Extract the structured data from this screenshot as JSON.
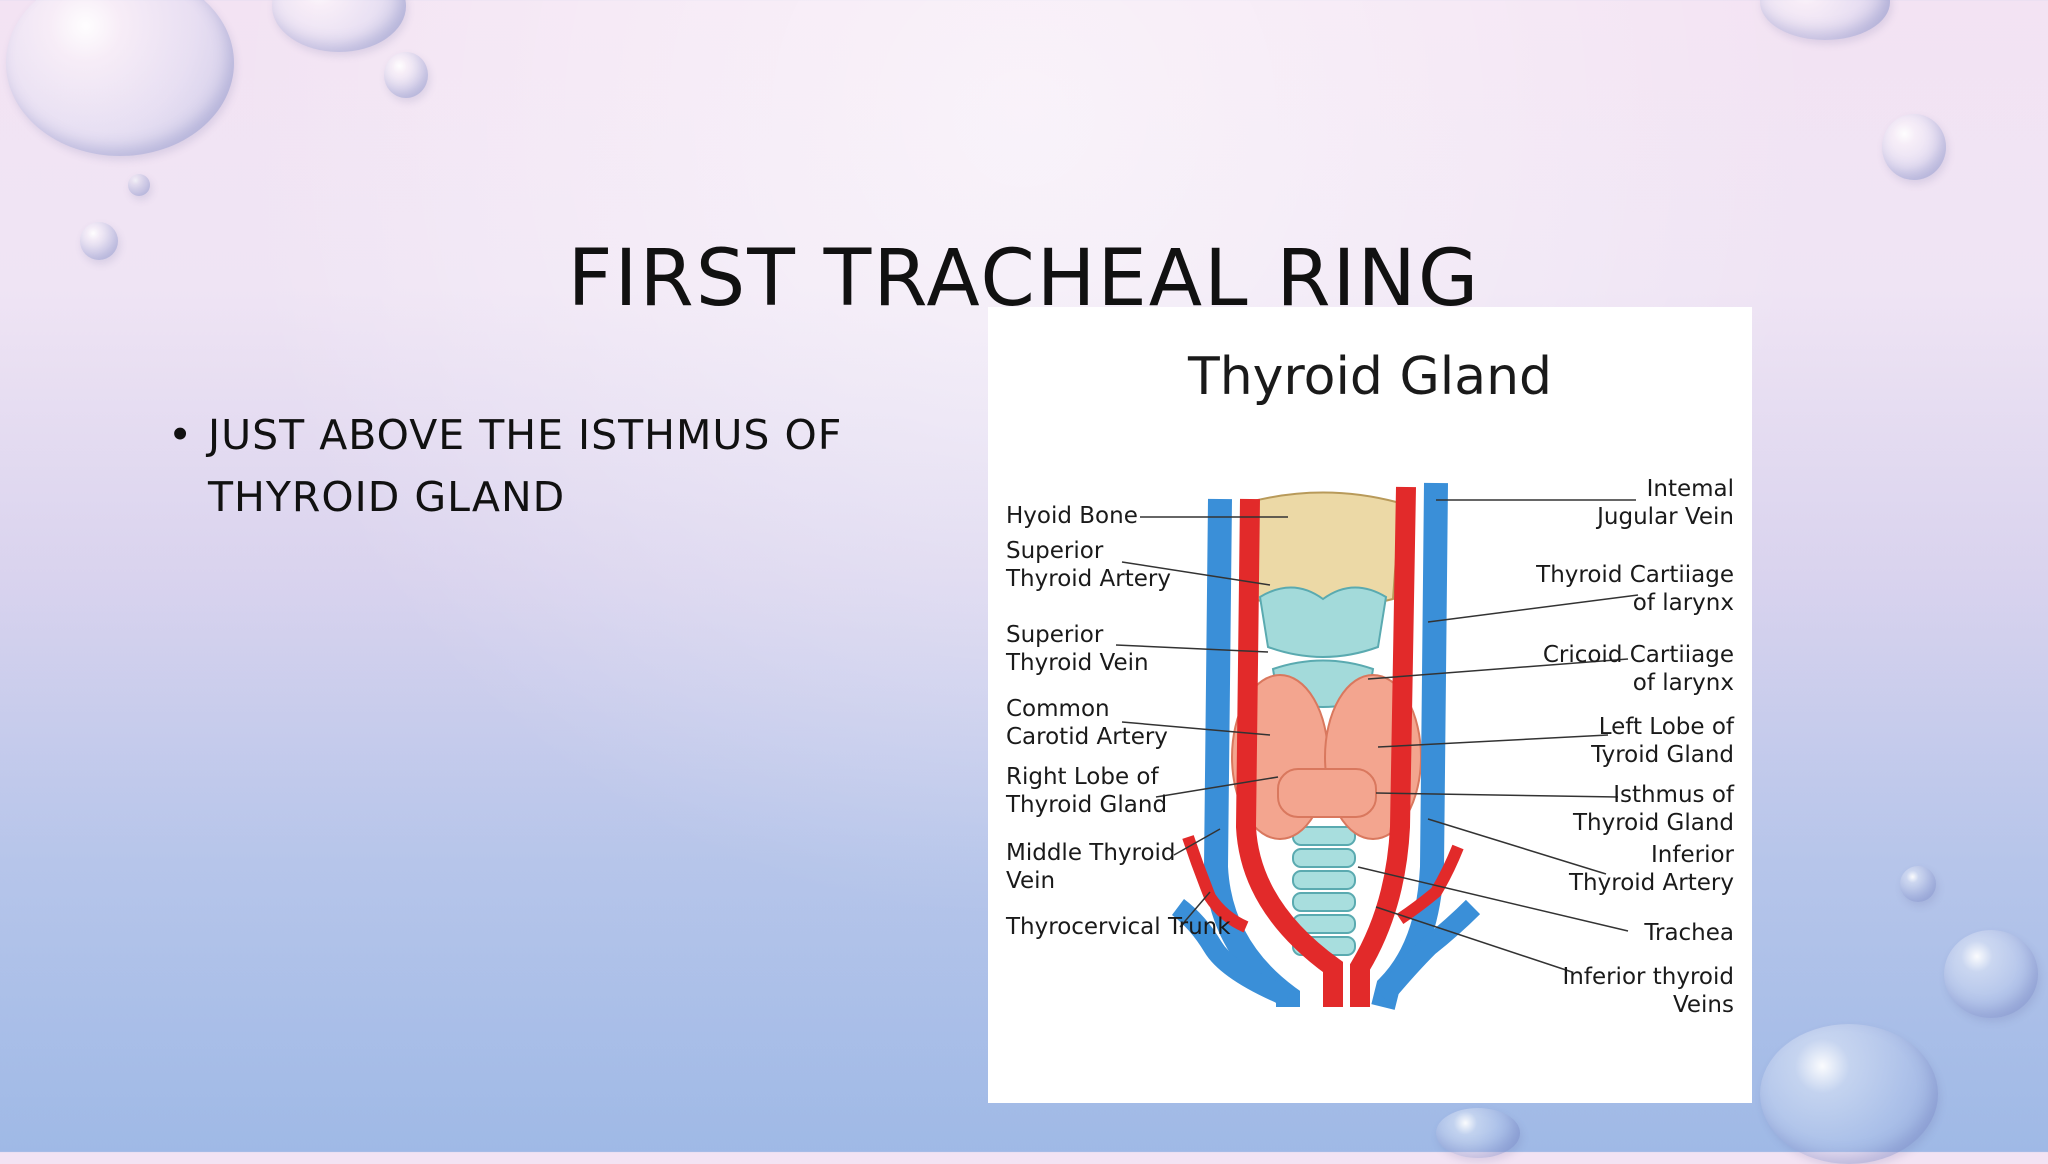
{
  "slide": {
    "title": "FIRST TRACHEAL RING",
    "bullets": [
      "JUST ABOVE THE ISTHMUS OF THYROID GLAND"
    ]
  },
  "figure": {
    "title": "Thyroid Gland",
    "labels_left": [
      "Hyoid Bone",
      "Superior\nThyroid Artery",
      "Superior\nThyroid Vein",
      "Common\nCarotid Artery",
      "Right Lobe of\nThyroid Gland",
      "Middle Thyroid\nVein",
      "Thyrocervical Trunk"
    ],
    "labels_right": [
      "Intemal\nJugular Vein",
      "Thyroid Cartiiage\nof larynx",
      "Cricoid Cartiiage\nof larynx",
      "Left Lobe of\nTyroid Gland",
      "Isthmus of\nThyroid Gland",
      "Inferior\nThyroid Artery",
      "Trachea",
      "Inferior thyroid\nVeins"
    ],
    "colors": {
      "artery": "#e22a2a",
      "vein": "#3a8fd8",
      "cartilage": "#9fd8d8",
      "thyroid": "#f3a58f",
      "hyoid": "#ecd9a6"
    }
  }
}
